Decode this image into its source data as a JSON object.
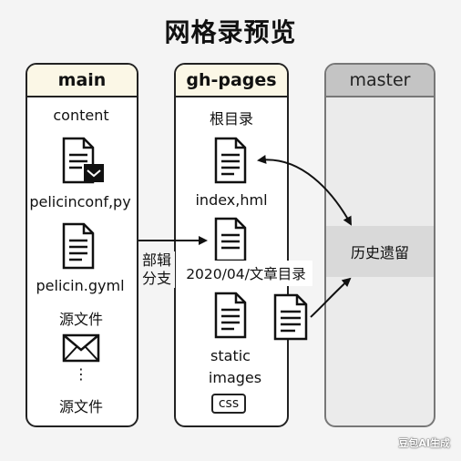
{
  "title": "网格录预览",
  "columns": {
    "main": {
      "header": "main",
      "items": [
        "content",
        "pelicinconf,py",
        "pelicin.gyml",
        "源文件",
        "⋮",
        "源文件"
      ]
    },
    "gh_pages": {
      "header": "gh-pages",
      "items": [
        "根目录",
        "index,hml",
        "2020/04/文章目录",
        "static",
        "images",
        "css"
      ]
    },
    "master": {
      "header": "master",
      "legacy": "历史遗留"
    }
  },
  "branch_label": "部辑分支",
  "watermark": "豆包AI生成"
}
